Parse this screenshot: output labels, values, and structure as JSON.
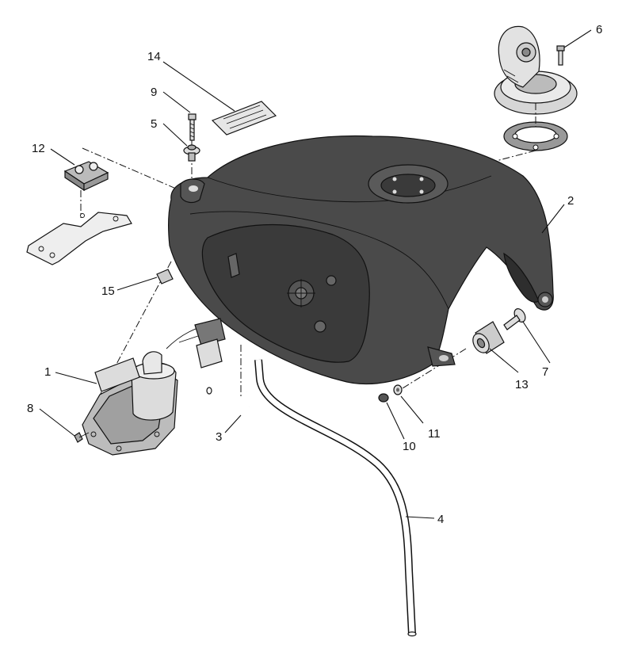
{
  "callouts": {
    "c1": "1",
    "c2": "2",
    "c3": "3",
    "c4": "4",
    "c5": "5",
    "c6": "6",
    "c7": "7",
    "c8": "8",
    "c9": "9",
    "c10": "10",
    "c11": "11",
    "c12": "12",
    "c13": "13",
    "c14": "14",
    "c15": "15"
  },
  "colors": {
    "tank_fill": "#4a4a4a",
    "tank_shade": "#3a3a3a",
    "line": "#111111",
    "metal": "#c8c8c8"
  }
}
